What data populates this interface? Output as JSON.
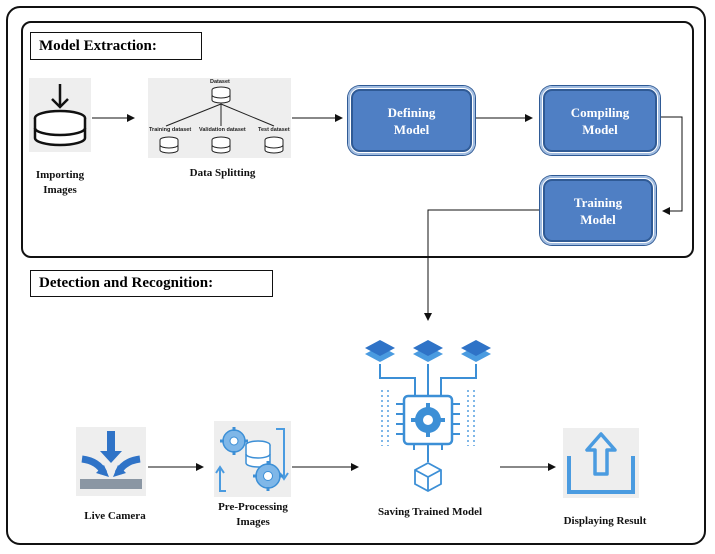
{
  "sections": {
    "model_extraction": "Model Extraction:",
    "detection_recognition": "Detection and Recognition:"
  },
  "top_flow": {
    "importing": "Importing\nImages",
    "splitting": "Data Splitting",
    "dataset": "Dataset",
    "training_dataset": "Training dataset",
    "validation_dataset": "Validation dataset",
    "test_dataset": "Test dataset",
    "defining": "Defining\nModel",
    "compiling": "Compiling\nModel",
    "training": "Training\nModel"
  },
  "bottom_flow": {
    "live_camera": "Live Camera",
    "preprocessing": "Pre-Processing\nImages",
    "saving": "Saving Trained Model",
    "displaying": "Displaying Result"
  },
  "colors": {
    "process_box": "#4f7fc4",
    "icon_blue": "#3c8fd6",
    "icon_light": "#7fb7e8"
  },
  "icons": [
    "database-download-icon",
    "dataset-tree-icon",
    "camera-input-icon",
    "preprocessing-gears-icon",
    "model-chip-icon",
    "upload-tray-icon"
  ]
}
